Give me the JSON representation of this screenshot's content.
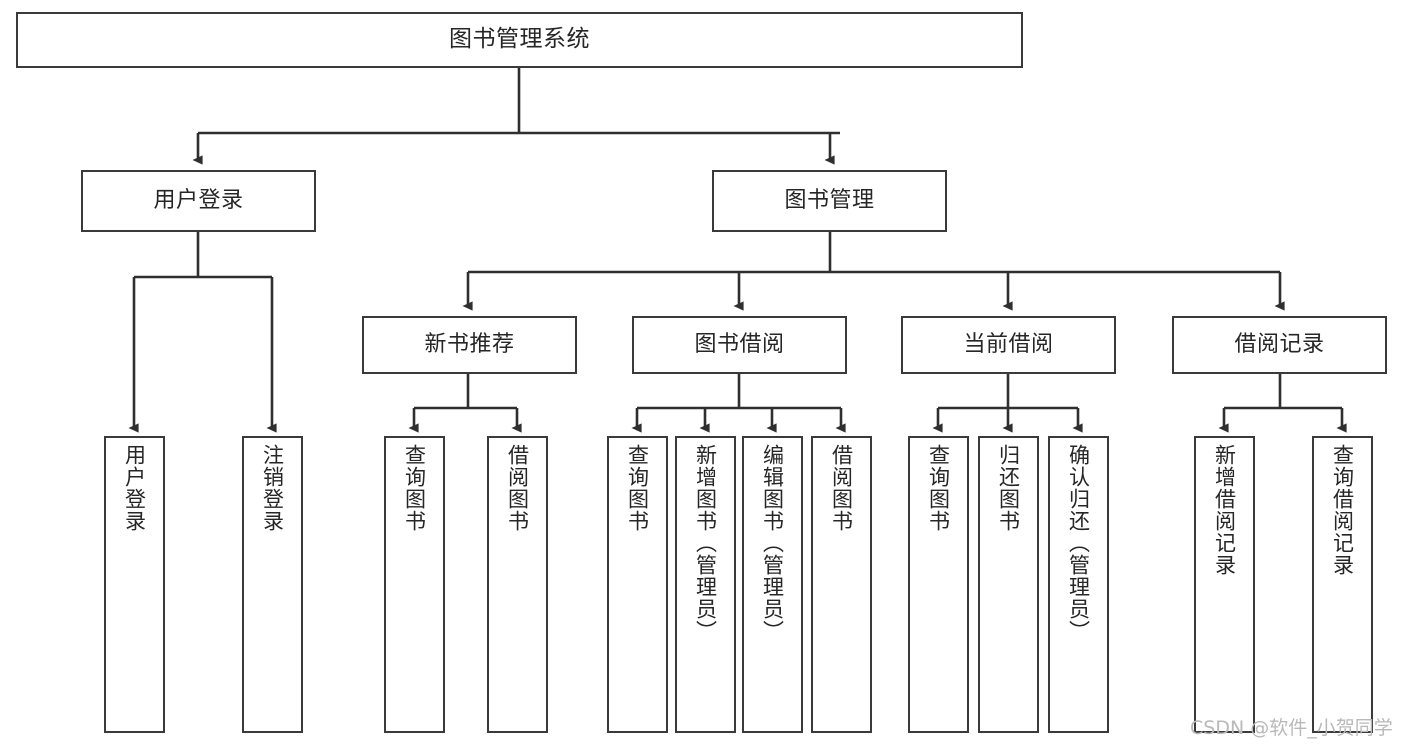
{
  "diagram": {
    "title": "图书管理系统",
    "type": "tree-hierarchy-diagram",
    "colors": {
      "box_border": "#3a3a3a",
      "box_fill": "#ffffff",
      "connector": "#2f2f2f",
      "text": "#262626",
      "watermark": "#b9b9b9",
      "background": "#ffffff"
    },
    "levels": {
      "root": "图书管理系统",
      "level2": [
        "用户登录",
        "图书管理"
      ],
      "level3": [
        "新书推荐",
        "图书借阅",
        "当前借阅",
        "借阅记录"
      ]
    },
    "nodes": {
      "root": {
        "label": "图书管理系统"
      },
      "user_login": {
        "label": "用户登录"
      },
      "book_manage": {
        "label": "图书管理"
      },
      "new_book_rec": {
        "label": "新书推荐"
      },
      "book_borrow": {
        "label": "图书借阅"
      },
      "current_borrow": {
        "label": "当前借阅"
      },
      "borrow_record": {
        "label": "借阅记录"
      },
      "leaf_user_login": {
        "label": "用户登录"
      },
      "leaf_logout": {
        "label": "注销登录"
      },
      "leaf_query_book_1": {
        "label": "查询图书"
      },
      "leaf_borrow_book_1": {
        "label": "借阅图书"
      },
      "leaf_query_book_2": {
        "label": "查询图书"
      },
      "leaf_add_book": {
        "label": "新增图书（管理员）"
      },
      "leaf_edit_book": {
        "label": "编辑图书（管理员）"
      },
      "leaf_borrow_book_2": {
        "label": "借阅图书"
      },
      "leaf_query_book_3": {
        "label": "查询图书"
      },
      "leaf_return_book": {
        "label": "归还图书"
      },
      "leaf_confirm_return": {
        "label": "确认归还（管理员）"
      },
      "leaf_add_record": {
        "label": "新增借阅记录"
      },
      "leaf_query_record": {
        "label": "查询借阅记录"
      }
    },
    "watermark": "CSDN @软件_小贺同学"
  },
  "chart_data": {
    "type": "tree",
    "title": "图书管理系统",
    "root": {
      "label": "图书管理系统",
      "children": [
        {
          "label": "用户登录",
          "children": [
            {
              "label": "用户登录",
              "children": []
            },
            {
              "label": "注销登录",
              "children": []
            }
          ]
        },
        {
          "label": "图书管理",
          "children": [
            {
              "label": "新书推荐",
              "children": [
                {
                  "label": "查询图书",
                  "children": []
                },
                {
                  "label": "借阅图书",
                  "children": []
                }
              ]
            },
            {
              "label": "图书借阅",
              "children": [
                {
                  "label": "查询图书",
                  "children": []
                },
                {
                  "label": "新增图书（管理员）",
                  "children": []
                },
                {
                  "label": "编辑图书（管理员）",
                  "children": []
                },
                {
                  "label": "借阅图书",
                  "children": []
                }
              ]
            },
            {
              "label": "当前借阅",
              "children": [
                {
                  "label": "查询图书",
                  "children": []
                },
                {
                  "label": "归还图书",
                  "children": []
                },
                {
                  "label": "确认归还（管理员）",
                  "children": []
                }
              ]
            },
            {
              "label": "借阅记录",
              "children": [
                {
                  "label": "新增借阅记录",
                  "children": []
                },
                {
                  "label": "查询借阅记录",
                  "children": []
                }
              ]
            }
          ]
        }
      ]
    },
    "depth": 4,
    "node_count": 20,
    "leaf_count": 13,
    "orientation": "top-down",
    "edge_style": "orthogonal-with-arrowheads"
  }
}
